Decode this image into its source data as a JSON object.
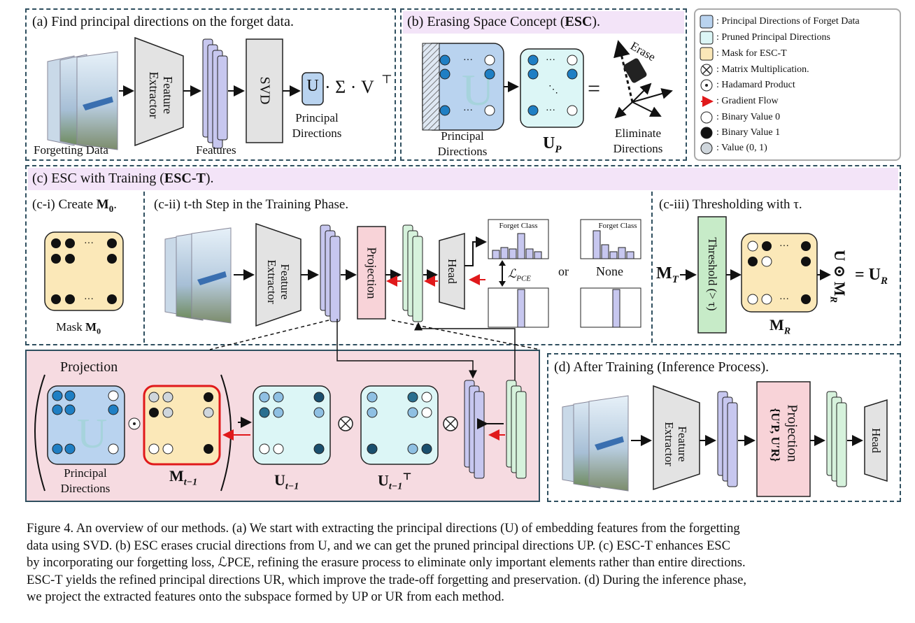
{
  "panel_a": {
    "title": "(a) Find principal directions on the forget data.",
    "forgetting_data": "Forgetting Data",
    "feature_extractor": "Feature Extractor",
    "features": "Features",
    "svd": "SVD",
    "usv": "· Σ · V",
    "usv_t": "⊤",
    "u_box": "U",
    "principal_directions": "Principal Directions"
  },
  "panel_b": {
    "title_prefix": "(b) Erasing Space Concept (",
    "title_bold": "ESC",
    "title_suffix": ").",
    "principal_directions": "Principal Directions",
    "up_label": "U",
    "up_sub": "P",
    "equals": "=",
    "erase": "Erase",
    "eliminate": "Eliminate Directions"
  },
  "legend": {
    "items": [
      {
        "icon": "blue-square",
        "label": ": Principal Directions of Forget Data"
      },
      {
        "icon": "cyan-square",
        "label": ": Pruned Principal Directions"
      },
      {
        "icon": "yellow-square",
        "label": ": Mask for ESC-T"
      },
      {
        "icon": "otimes",
        "label": ": Matrix Multiplication."
      },
      {
        "icon": "odot",
        "label": ": Hadamard Product"
      },
      {
        "icon": "red-arrow",
        "label": ": Gradient Flow"
      },
      {
        "icon": "white-circle",
        "label": ": Binary Value 0"
      },
      {
        "icon": "black-circle",
        "label": ": Binary Value 1"
      },
      {
        "icon": "gray-circle",
        "label": ": Value (0, 1)"
      }
    ],
    "colors": {
      "blue": "#b9d3ef",
      "cyan": "#dcf6f6",
      "yellow": "#fbe8b8",
      "red": "#e0191b"
    }
  },
  "panel_c": {
    "title_prefix": "(c) ESC with Training (",
    "title_bold": "ESC-T",
    "title_suffix": ").",
    "ci_title": "(c-i) Create ",
    "ci_m0": "M",
    "ci_m0_sub": "0",
    "mask_label": "Mask ",
    "cii_title": "(c-ii) t-th Step in the Training Phase.",
    "feature_extractor": "Feature Extractor",
    "projection": "Projection",
    "head": "Head",
    "forget_class": "Forget Class",
    "loss": "ℒ",
    "loss_sub": "PCE",
    "or": "or",
    "none": "None",
    "ciii_title": "(c-iii) Thresholding with τ.",
    "mt": "M",
    "mt_sub": "T",
    "threshold": "Threshold (> τ)",
    "mr": "M",
    "mr_sub": "R",
    "u_odot": "U ⊙ M",
    "ur": "= U",
    "ur_sub": "R"
  },
  "panel_zoom": {
    "projection": "Projection",
    "principal_directions": "Principal Directions",
    "m_label": "M",
    "m_sub": "t−1",
    "u_label": "U",
    "u_sub": "t−1",
    "ut_label": "U",
    "ut_sub": "t−1",
    "ut_sup": "⊤"
  },
  "panel_d": {
    "title": "(d) After Training (Inference Process).",
    "feature_extractor": "Feature Extractor",
    "projection": "Projection",
    "projection_set": "{U′P, U′R}",
    "head": "Head"
  },
  "caption": {
    "lines": [
      "Figure 4. An overview of our methods. (a) We start with extracting the principal directions (U) of embedding features from the forgetting",
      "data using SVD. (b) ESC erases crucial directions from U, and we can get the pruned principal directions UP. (c) ESC-T enhances ESC",
      "by incorporating our forgetting loss, ℒPCE, refining the erasure process to eliminate only important elements rather than entire directions.",
      "ESC-T yields the refined principal directions UR, which improve the trade-off forgetting and preservation. (d) During the inference phase,",
      "we project the extracted features onto the subspace formed by UP or UR from each method."
    ]
  }
}
